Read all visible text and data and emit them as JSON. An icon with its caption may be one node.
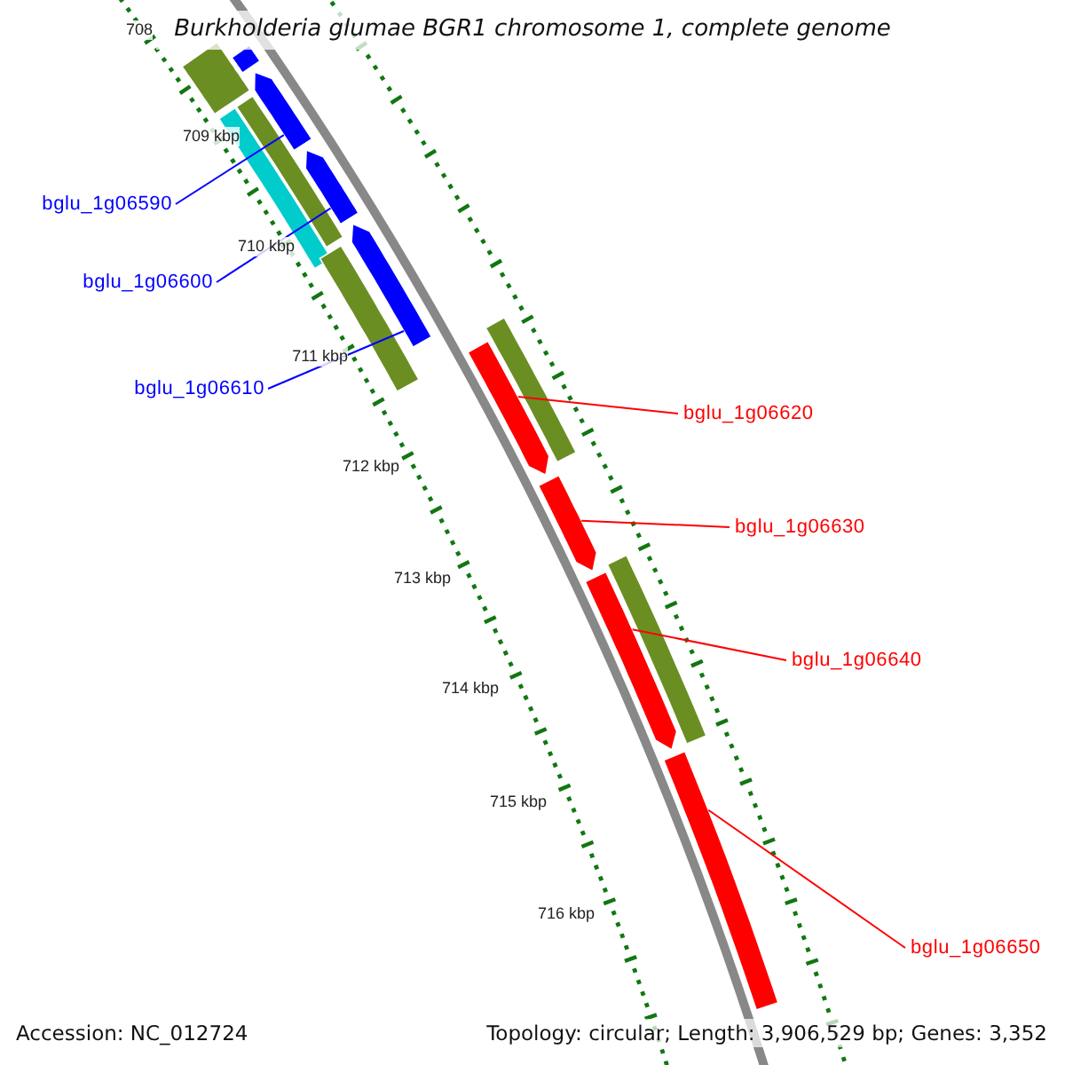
{
  "diagram": {
    "title": "Burkholderia glumae BGR1 chromosome 1, complete genome",
    "nodes": [
      {
        "text": [
          "bglu_1g06590"
        ]
      },
      {
        "text": [
          "bglu_1g06600"
        ]
      },
      {
        "text": [
          "bglu_1g06610"
        ]
      },
      {
        "text": [
          "bglu_1g06620"
        ]
      },
      {
        "text": [
          "bglu_1g06630"
        ]
      },
      {
        "text": [
          "bglu_1g06640"
        ]
      },
      {
        "text": [
          "bglu_1g06650"
        ]
      },
      {
        "text": [],
        "shape": "arrow"
      },
      {
        "text": [],
        "shape": "bar"
      },
      {
        "text": [],
        "shape": "arrow"
      },
      {
        "text": [],
        "shape": "bar"
      },
      {
        "text": [],
        "shape": "bar"
      },
      {
        "text": [],
        "shape": "arrow"
      },
      {
        "text": [],
        "shape": "bar"
      },
      {
        "text": [],
        "shape": "arrow"
      },
      {
        "text": [],
        "shape": "bar"
      },
      {
        "text": [],
        "shape": "arrow"
      },
      {
        "text": [],
        "shape": "arrow"
      },
      {
        "text": [],
        "shape": "bar"
      },
      {
        "text": [],
        "shape": "arrow"
      },
      {
        "text": [],
        "shape": "arrow"
      }
    ],
    "edges": [
      {
        "from": 0,
        "to": 9,
        "arrow": "none",
        "color": "#0000ff"
      },
      {
        "from": 1,
        "to": 12,
        "arrow": "none",
        "color": "#0000ff"
      },
      {
        "from": 2,
        "to": 14,
        "arrow": "none",
        "color": "#0000ff"
      },
      {
        "from": 3,
        "to": 16,
        "arrow": "none"
      },
      {
        "from": 4,
        "to": 17,
        "arrow": "none"
      },
      {
        "from": 5,
        "to": 19,
        "arrow": "none"
      },
      {
        "from": 6,
        "to": 20,
        "arrow": "none"
      }
    ],
    "labels": [
      "708",
      "709 kbp",
      "710 kbp",
      "711 kbp",
      "712 kbp",
      "713 kbp",
      "714 kbp",
      "715 kbp",
      "716 kbp",
      "Accession: NC_012724",
      "Topology: circular; Length: 3,906,529 bp; Genes: 3,352"
    ]
  }
}
